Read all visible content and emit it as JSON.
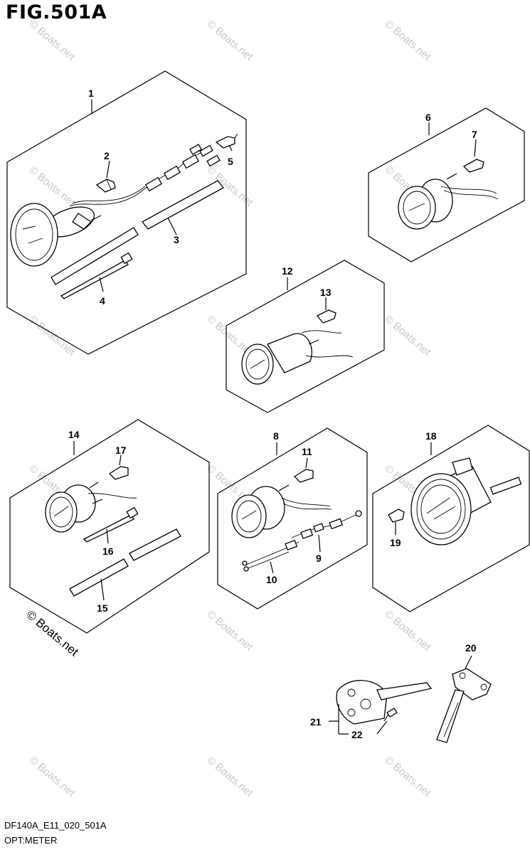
{
  "figure": {
    "title": "FIG.501A",
    "code": "DF140A_E11_020_501A",
    "name": "OPT:METER"
  },
  "watermark": {
    "text": "© Boats.net"
  },
  "callouts": [
    "1",
    "2",
    "3",
    "4",
    "5",
    "6",
    "7",
    "8",
    "9",
    "10",
    "11",
    "12",
    "13",
    "14",
    "15",
    "16",
    "17",
    "18",
    "19",
    "20",
    "21",
    "22"
  ]
}
